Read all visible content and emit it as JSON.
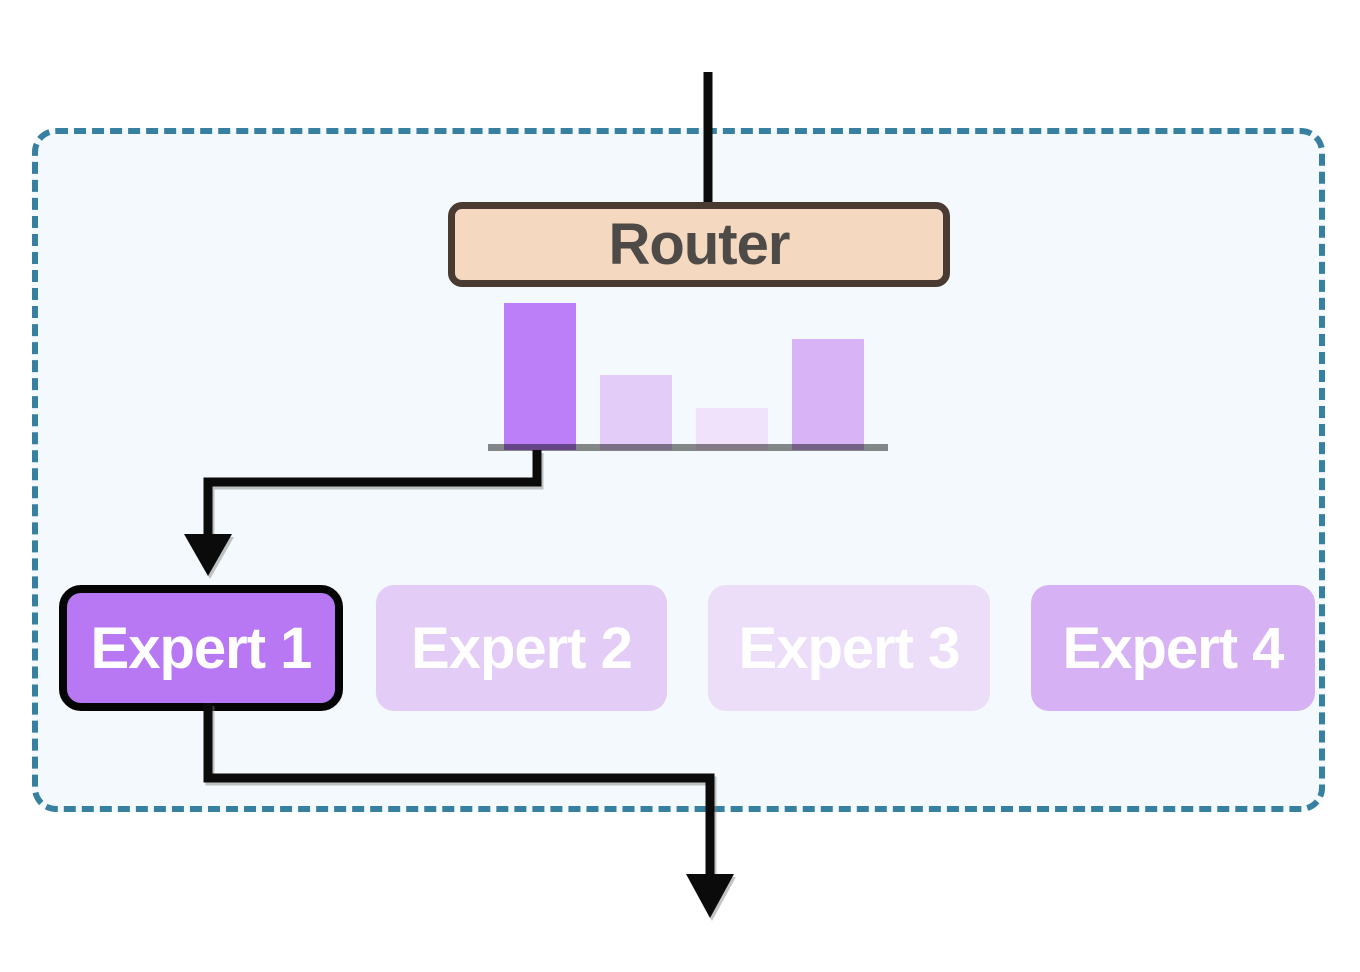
{
  "diagram": {
    "name": "mixture-of-experts-routing",
    "router": {
      "label": "Router",
      "fill": "#F4D8BF",
      "border_color": "#493B32",
      "text_color": "#4E4A47"
    },
    "experts": [
      {
        "label": "Expert 1",
        "selected": true,
        "fill": "#B878F3",
        "border_color": "#050505",
        "text_color": "#FFFFFF"
      },
      {
        "label": "Expert 2",
        "selected": false,
        "fill": "#E3CDF7",
        "text_color": "#FFFFFF"
      },
      {
        "label": "Expert 3",
        "selected": false,
        "fill": "#ECDEF9",
        "text_color": "#FFFFFF"
      },
      {
        "label": "Expert 4",
        "selected": false,
        "fill": "#D6B2F4",
        "text_color": "#FFFFFF"
      }
    ],
    "container": {
      "border_color": "#38809F",
      "fill": "#F3F9FC",
      "border_style": "dashed"
    },
    "arrows": {
      "color": "#0B0B0B",
      "routed_to": "Expert 1"
    }
  },
  "chart_data": {
    "type": "bar",
    "categories": [
      "Expert 1",
      "Expert 2",
      "Expert 3",
      "Expert 4"
    ],
    "values": [
      0.49,
      0.25,
      0.14,
      0.37
    ],
    "bar_colors": [
      "#BC7FF8",
      "#E3CDF8",
      "#F0E2FA",
      "#D8B3F6"
    ],
    "baseline_color": "#8A8A8A",
    "highlighted_index": 0,
    "title": "",
    "xlabel": "",
    "ylabel": "",
    "ylim": [
      0,
      1
    ],
    "grid": false,
    "legend": false
  }
}
